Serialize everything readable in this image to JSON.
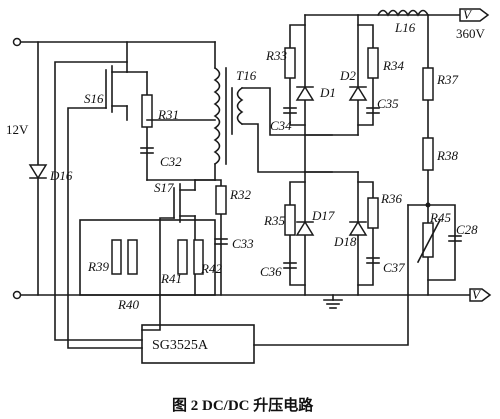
{
  "supply": {
    "label": "12V"
  },
  "output": {
    "label": "360V",
    "terminal_top": "V",
    "terminal_bottom": "V"
  },
  "controller": {
    "label": "SG3525A"
  },
  "labels": {
    "D16": "D16",
    "S16": "S16",
    "S17": "S17",
    "R31": "R31",
    "R32": "R32",
    "C32": "C32",
    "C33": "C33",
    "R39": "R39",
    "R40": "R40",
    "R41": "R41",
    "R42": "R42",
    "T16": "T16",
    "R33": "R33",
    "R34": "R34",
    "D1": "D1",
    "D2": "D2",
    "C34": "C34",
    "C35": "C35",
    "R35": "R35",
    "R36": "R36",
    "D17": "D17",
    "D18": "D18",
    "C36": "C36",
    "C37": "C37",
    "L16": "L16",
    "R37": "R37",
    "R38": "R38",
    "R45": "R45",
    "C28": "C28"
  },
  "caption": "图 2   DC/DC 升压电路"
}
